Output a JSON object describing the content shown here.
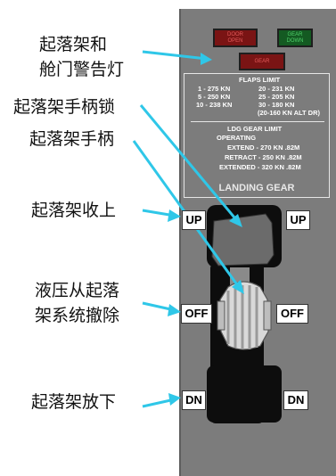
{
  "callouts": {
    "warning_lights": [
      "起落架和",
      "舱门警告灯"
    ],
    "handle_lock": "起落架手柄锁",
    "handle": "起落架手柄",
    "gear_up": "起落架收上",
    "hyd_off": [
      "液压从起落",
      "架系统撤除"
    ],
    "gear_down": "起落架放下"
  },
  "lights": {
    "door_open": [
      "DOOR",
      "OPEN"
    ],
    "gear_down": [
      "GEAR",
      "DOWN"
    ],
    "gear": "GEAR"
  },
  "placard": {
    "flaps_title": "FLAPS LIMIT",
    "flaps_left": [
      "1 - 275 KN",
      "5 - 250 KN",
      "10 - 238 KN"
    ],
    "flaps_right": [
      "20 - 231 KN",
      "25 - 205 KN",
      "30 - 180 KN",
      "(20-160 KN ALT DR)"
    ],
    "ldg_title": "LDG GEAR LIMIT",
    "operating": "OPERATING",
    "extend": "EXTEND - 270 KN  .82M",
    "retract": "RETRACT - 250 KN  .82M",
    "extended": "EXTENDED - 320 KN  .82M",
    "section_title": "LANDING GEAR"
  },
  "positions": {
    "up": "UP",
    "off": "OFF",
    "dn": "DN"
  },
  "colors": {
    "panel": "#7c7c7c",
    "arrow": "#2fc7e8",
    "warn_red": "#7a1414",
    "warn_green": "#145a22"
  }
}
